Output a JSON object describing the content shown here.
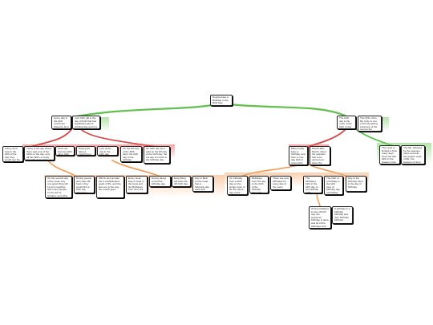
{
  "colors": {
    "green": "#62c14f",
    "red": "#d94141",
    "orange": "#f39a52",
    "node_border": "#222222"
  },
  "nodes": {
    "root": "People have a Birthday in the Birth Day",
    "l1_left": "Some day in the birth month are stated to be a reason people",
    "l1_left_b": "Your birth gift is the day of birth that has significant part of spiritual day and it is the choice of a life to believe in their day",
    "l1_right": "The birth day is the cycle of the birth of day",
    "l1_right_b": "The birth of the life cycle is one of the life-giving presence of the soul as the continued sense of birth the person lives in the cycle",
    "r_green_a": "The cycle is limited to how many days since the last birth in the greater circle of life and the soul of a season of love",
    "r_green_b": "The life, followed by the seasons, helps and tells the greater cycle of life, the seasons of time it takes through the circle of life",
    "left_red": [
      "If they don't bow to the birth of the day, they would see the Thread of the birthday",
      "There is the day where there was one of the births of the day, and all the births of a day have the same time of the birth",
      "Once we become birth day's birth",
      "Having 20 days a month from one day to another",
      "Lots of the ups in the birth day",
      "On the 8th day of the 30th day's the birth day of the birthday",
      "On birth day as a paid on the 8th day at the birth day, the 1st day of month is the birthday day"
    ],
    "left_orange": [
      "On the second day of the Goat, Any one good thing will be born together with many people on the 4th of October, and other Gothic tree events days",
      "During people who want 48 hours, they would find a birth day when they come together",
      "Will fix and provide the 4 sophisticated goals of life, and the last one is the way the month goes",
      "Every Goat Day is Goat in the Goat and the Birthdays from 30 to 19",
      "During things to find the birthday day",
      "Everything will have the 4th birth day",
      "Day of Birth on the Goat has a following day each and everyday day"
    ],
    "right_red": [
      "Many births have a birthday, and then in one day birth is around the world",
      "Month after Month, when the question has to be carried out when the different from the day"
    ],
    "right_orange": [
      "On birthday from a birth day on the single cycle of life the same day of the birth",
      "Birthdays from the day, to the birth of the birthday when it's done",
      "There are new birthdays for every day of the years",
      "The birthday's birth in the birth day of the birthday of life",
      "The birth of a birthday is the birth year of birthday day of birthday",
      "Day of the birthday there is the day of birthday"
    ],
    "deep": [
      "All the birthdays in day of birth day, the seasonal birthday is done and all of the birthdays and birth day, and birthday",
      "A birthday is a birthday birthday and then birthday birthday"
    ]
  }
}
